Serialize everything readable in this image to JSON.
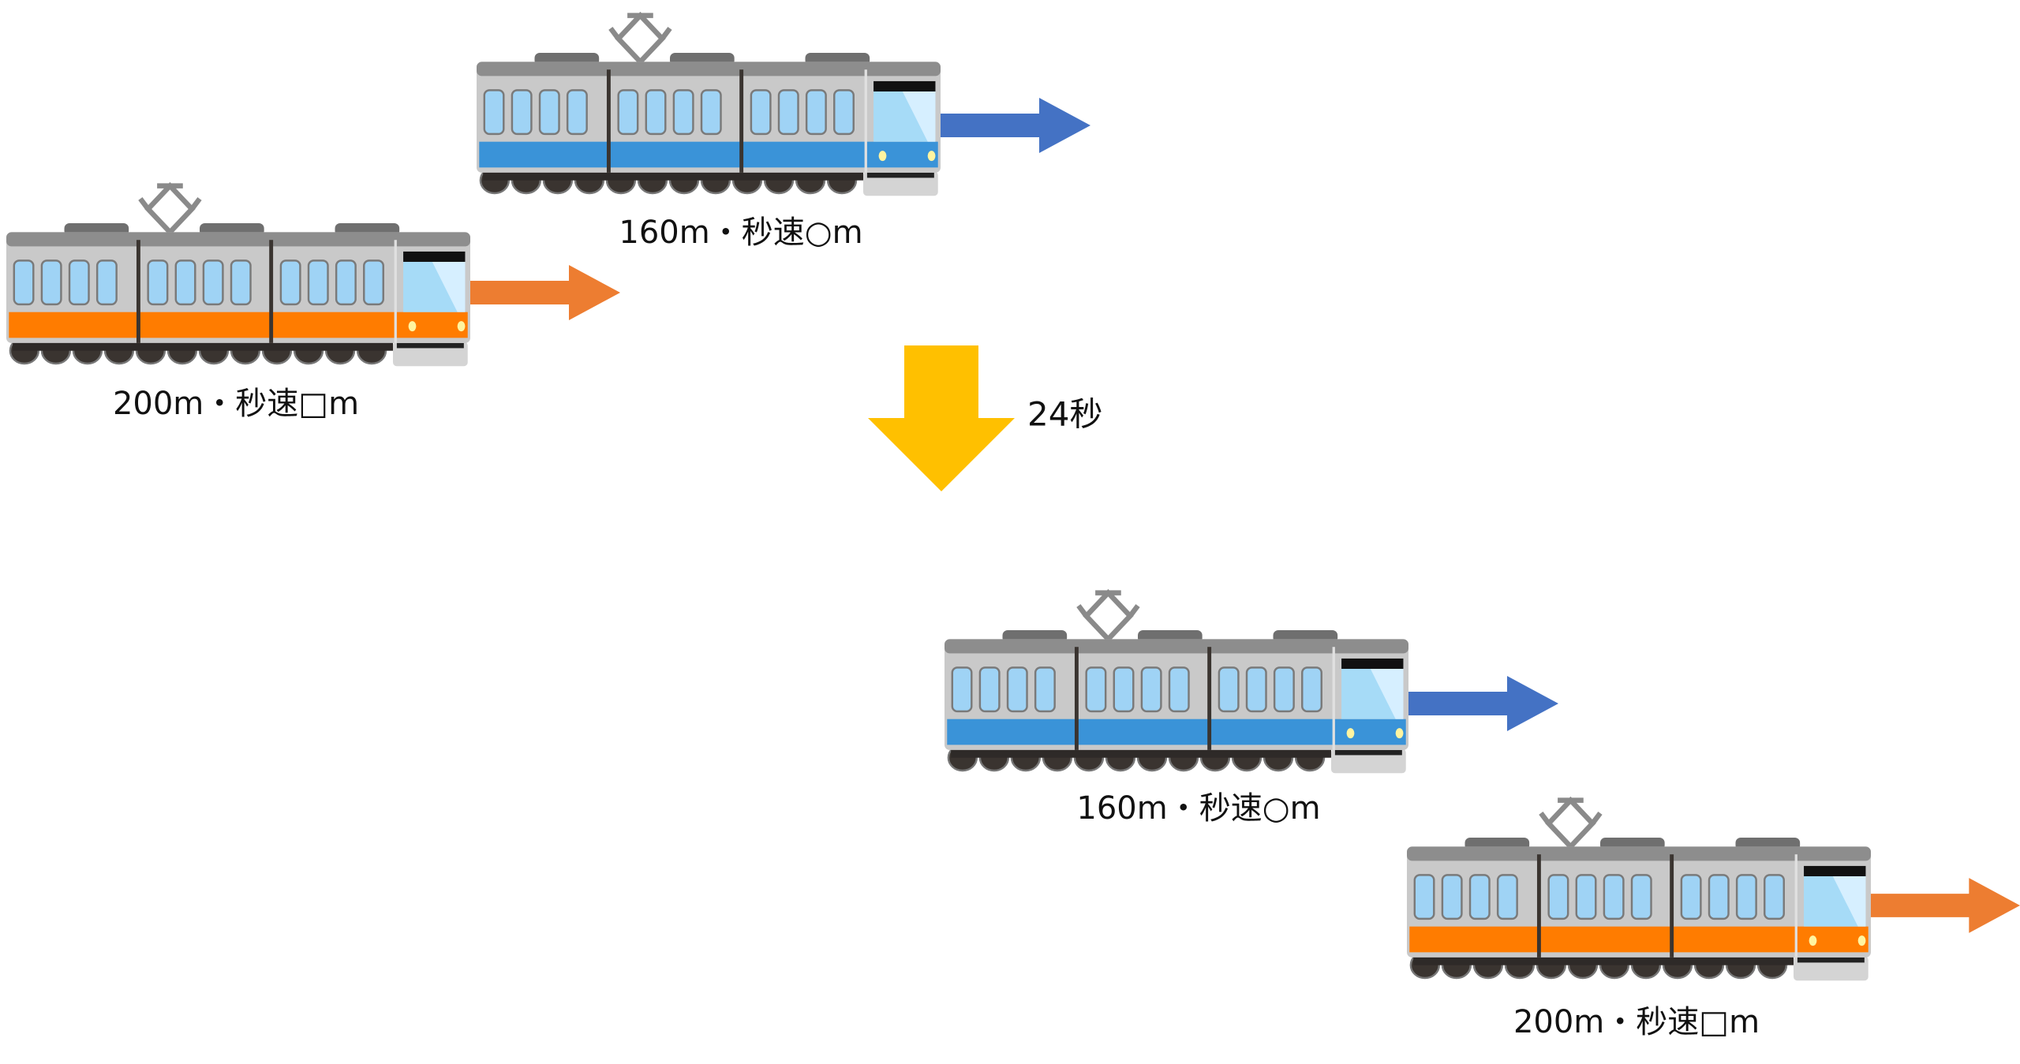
{
  "colors": {
    "blue_stripe": "#3a93d8",
    "orange_stripe": "#ff7c00",
    "blue_arrow": "#4472c4",
    "orange_arrow": "#ed7d31",
    "time_arrow": "#ffc000"
  },
  "before": {
    "train_160": {
      "label": "160m・秒速○m",
      "stripe": "blue",
      "direction": "right"
    },
    "train_200": {
      "label": "200m・秒速□m",
      "stripe": "orange",
      "direction": "right"
    }
  },
  "elapsed": {
    "label": "24秒",
    "icon": "down-arrow-icon"
  },
  "after": {
    "train_160": {
      "label": "160m・秒速○m",
      "stripe": "blue",
      "direction": "right"
    },
    "train_200": {
      "label": "200m・秒速□m",
      "stripe": "orange",
      "direction": "right"
    }
  }
}
